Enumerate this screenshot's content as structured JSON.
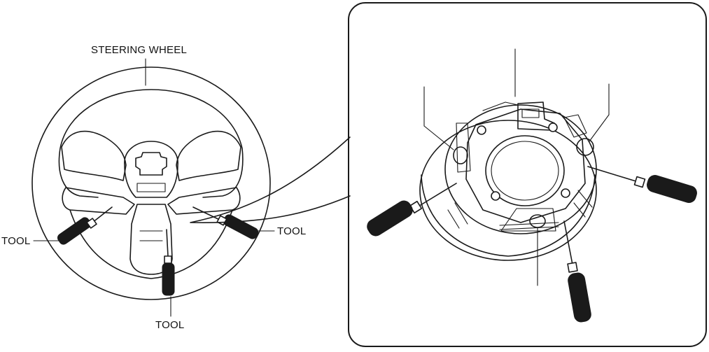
{
  "labels": {
    "steering_wheel": "STEERING WHEEL",
    "tool_left": "TOOL",
    "tool_right": "TOOL",
    "tool_bottom": "TOOL"
  },
  "icons": [
    "steering-wheel-illustration",
    "screwdriver-icon",
    "airbag-module-detail"
  ]
}
